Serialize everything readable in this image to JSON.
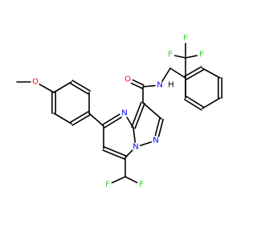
{
  "colors": {
    "background": "#ffffff",
    "bond": "#000000",
    "O": "#ff0000",
    "N": "#0000ff",
    "F": "#33cc33",
    "C": "#000000"
  },
  "atoms": [
    {
      "id": "me",
      "symbol": "",
      "label": ""
    },
    {
      "id": "o1",
      "symbol": "O",
      "label": "O"
    },
    {
      "id": "a1",
      "symbol": "C",
      "label": ""
    },
    {
      "id": "a2",
      "symbol": "C",
      "label": ""
    },
    {
      "id": "a3",
      "symbol": "C",
      "label": ""
    },
    {
      "id": "a4",
      "symbol": "C",
      "label": ""
    },
    {
      "id": "a5",
      "symbol": "C",
      "label": ""
    },
    {
      "id": "a6",
      "symbol": "C",
      "label": ""
    },
    {
      "id": "p5",
      "symbol": "C",
      "label": ""
    },
    {
      "id": "n4",
      "symbol": "N",
      "label": "N"
    },
    {
      "id": "c3a",
      "symbol": "C",
      "label": ""
    },
    {
      "id": "c3",
      "symbol": "C",
      "label": ""
    },
    {
      "id": "c2",
      "symbol": "C",
      "label": ""
    },
    {
      "id": "n1",
      "symbol": "N",
      "label": "N"
    },
    {
      "id": "n7a",
      "symbol": "N",
      "label": "N"
    },
    {
      "id": "c7",
      "symbol": "C",
      "label": ""
    },
    {
      "id": "c6",
      "symbol": "C",
      "label": ""
    },
    {
      "id": "chf2",
      "symbol": "C",
      "label": ""
    },
    {
      "id": "f1",
      "symbol": "F",
      "label": "F"
    },
    {
      "id": "f2",
      "symbol": "F",
      "label": "F"
    },
    {
      "id": "amc",
      "symbol": "C",
      "label": ""
    },
    {
      "id": "o2",
      "symbol": "O",
      "label": "O"
    },
    {
      "id": "nh",
      "symbol": "N",
      "label": "N"
    },
    {
      "id": "h",
      "symbol": "H",
      "label": "H"
    },
    {
      "id": "ch2",
      "symbol": "C",
      "label": ""
    },
    {
      "id": "b1",
      "symbol": "C",
      "label": ""
    },
    {
      "id": "b2",
      "symbol": "C",
      "label": ""
    },
    {
      "id": "b3",
      "symbol": "C",
      "label": ""
    },
    {
      "id": "b4",
      "symbol": "C",
      "label": ""
    },
    {
      "id": "b5",
      "symbol": "C",
      "label": ""
    },
    {
      "id": "b6",
      "symbol": "C",
      "label": ""
    },
    {
      "id": "cf3",
      "symbol": "C",
      "label": ""
    },
    {
      "id": "f3",
      "symbol": "F",
      "label": "F"
    },
    {
      "id": "f4",
      "symbol": "F",
      "label": "F"
    },
    {
      "id": "f5",
      "symbol": "F",
      "label": "F"
    }
  ],
  "bonds": [
    {
      "a": "me",
      "b": "o1",
      "order": 1
    },
    {
      "a": "o1",
      "b": "a1",
      "order": 1
    },
    {
      "a": "a1",
      "b": "a2",
      "order": 2
    },
    {
      "a": "a2",
      "b": "a3",
      "order": 1
    },
    {
      "a": "a3",
      "b": "a4",
      "order": 2
    },
    {
      "a": "a4",
      "b": "a5",
      "order": 1
    },
    {
      "a": "a5",
      "b": "a6",
      "order": 2
    },
    {
      "a": "a6",
      "b": "a1",
      "order": 1
    },
    {
      "a": "a4",
      "b": "p5",
      "order": 1
    },
    {
      "a": "p5",
      "b": "n4",
      "order": 2
    },
    {
      "a": "n4",
      "b": "c3a",
      "order": 1
    },
    {
      "a": "c3a",
      "b": "n7a",
      "order": 1
    },
    {
      "a": "n7a",
      "b": "c7",
      "order": 1
    },
    {
      "a": "c7",
      "b": "c6",
      "order": 2
    },
    {
      "a": "c6",
      "b": "p5",
      "order": 1
    },
    {
      "a": "c3a",
      "b": "c3",
      "order": 2
    },
    {
      "a": "c3",
      "b": "c2",
      "order": 1
    },
    {
      "a": "c2",
      "b": "n1",
      "order": 2
    },
    {
      "a": "n1",
      "b": "n7a",
      "order": 1
    },
    {
      "a": "c7",
      "b": "chf2",
      "order": 1
    },
    {
      "a": "chf2",
      "b": "f1",
      "order": 1
    },
    {
      "a": "chf2",
      "b": "f2",
      "order": 1
    },
    {
      "a": "c3",
      "b": "amc",
      "order": 1
    },
    {
      "a": "amc",
      "b": "o2",
      "order": 2
    },
    {
      "a": "amc",
      "b": "nh",
      "order": 1
    },
    {
      "a": "nh",
      "b": "ch2",
      "order": 1
    },
    {
      "a": "ch2",
      "b": "b1",
      "order": 1
    },
    {
      "a": "b1",
      "b": "b2",
      "order": 2
    },
    {
      "a": "b2",
      "b": "b3",
      "order": 1
    },
    {
      "a": "b3",
      "b": "b4",
      "order": 2
    },
    {
      "a": "b4",
      "b": "b5",
      "order": 1
    },
    {
      "a": "b5",
      "b": "b6",
      "order": 2
    },
    {
      "a": "b6",
      "b": "b1",
      "order": 1
    },
    {
      "a": "b6",
      "b": "cf3",
      "order": 1
    },
    {
      "a": "cf3",
      "b": "f3",
      "order": 1
    },
    {
      "a": "cf3",
      "b": "f4",
      "order": 1
    },
    {
      "a": "cf3",
      "b": "f5",
      "order": 1
    }
  ]
}
